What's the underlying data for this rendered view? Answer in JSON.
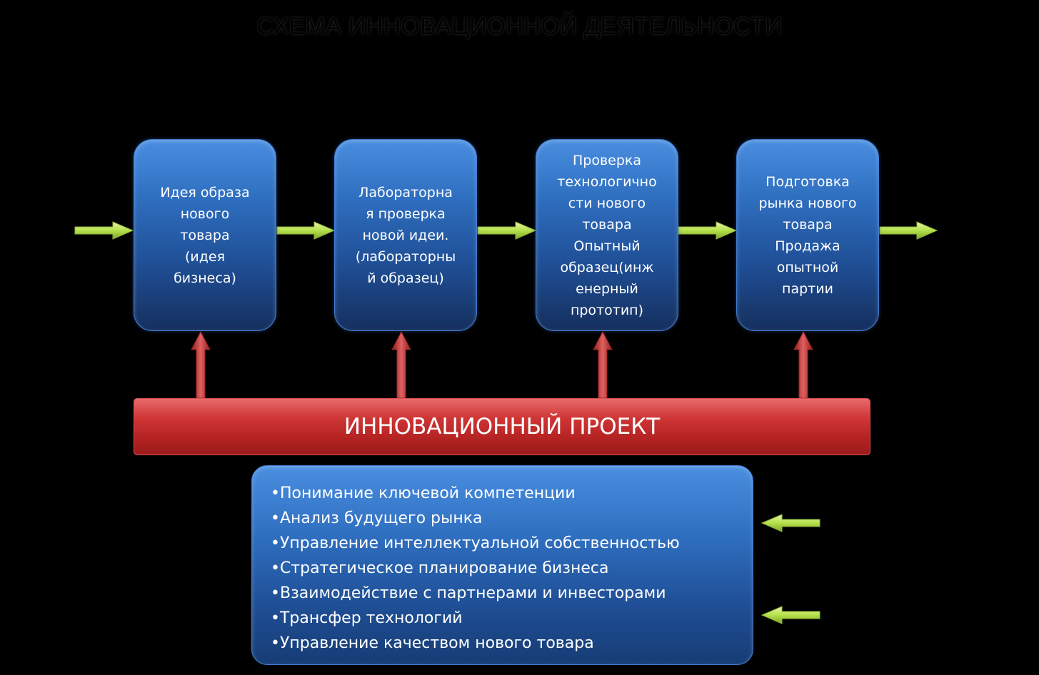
{
  "title": "СХЕМА ИННОВАЦИОННОЙ ДЕЯТЕЛЬНОСТИ",
  "stages": [
    {
      "label": "Идея образа\nнового\nтовара\n(идея\nбизнеса)"
    },
    {
      "label": "Лабораторна\nя проверка\nновой идеи.\n(лабораторны\nй образец)"
    },
    {
      "label": "Проверка\nтехнологично\nсти нового\nтовара\nОпытный\nобразец(инж\nенерный\nпрототип)"
    },
    {
      "label": "Подготовка\nрынка нового\nтовара\nПродажа\nопытной\nпартии"
    }
  ],
  "project": {
    "label": "ИННОВАЦИОННЫЙ ПРОЕКТ"
  },
  "tasks": [
    "Понимание ключевой компетенции",
    "Анализ будущего рынка",
    "Управление интеллектуальной собственностью",
    "Стратегическое планирование бизнеса",
    "Взаимодействие с партнерами и инвесторами",
    "Трансфер технологий",
    "Управление качеством нового товара"
  ],
  "colors": {
    "stage_blue": "#2f6fc0",
    "project_red": "#c62d2d",
    "flow_arrow": "#b5e04a",
    "support_arrow": "#c83a3a"
  }
}
